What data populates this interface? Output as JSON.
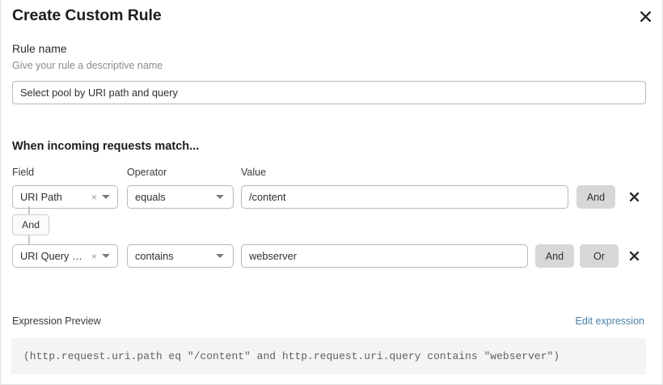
{
  "dialog": {
    "title": "Create Custom Rule",
    "close_icon": "close-icon"
  },
  "rule_name": {
    "label": "Rule name",
    "help": "Give your rule a descriptive name",
    "value": "Select pool by URI path and query",
    "placeholder": "Select pool by URI path and query"
  },
  "match_section": {
    "heading": "When incoming requests match...",
    "columns": {
      "field": "Field",
      "operator": "Operator",
      "value": "Value"
    },
    "connector": {
      "label": "And"
    },
    "rows": [
      {
        "field": "URI Path",
        "field_clear": "×",
        "operator": "equals",
        "value": "/content",
        "value_placeholder": "/content",
        "and_label": "And",
        "or_label": null,
        "delete_icon": "delete-condition-icon"
      },
      {
        "field": "URI Query St...",
        "field_clear": "×",
        "operator": "contains",
        "value": "webserver",
        "value_placeholder": "webserver",
        "and_label": "And",
        "or_label": "Or",
        "delete_icon": "delete-condition-icon"
      }
    ]
  },
  "expression_preview": {
    "label": "Expression Preview",
    "edit_link": "Edit expression",
    "expression": "(http.request.uri.path eq \"/content\" and http.request.uri.query contains \"webserver\")"
  },
  "colors": {
    "link": "#4a7fa5",
    "button_bg": "#d7d7d7",
    "code_bg": "#f4f4f4",
    "border": "#b9b9b9"
  }
}
